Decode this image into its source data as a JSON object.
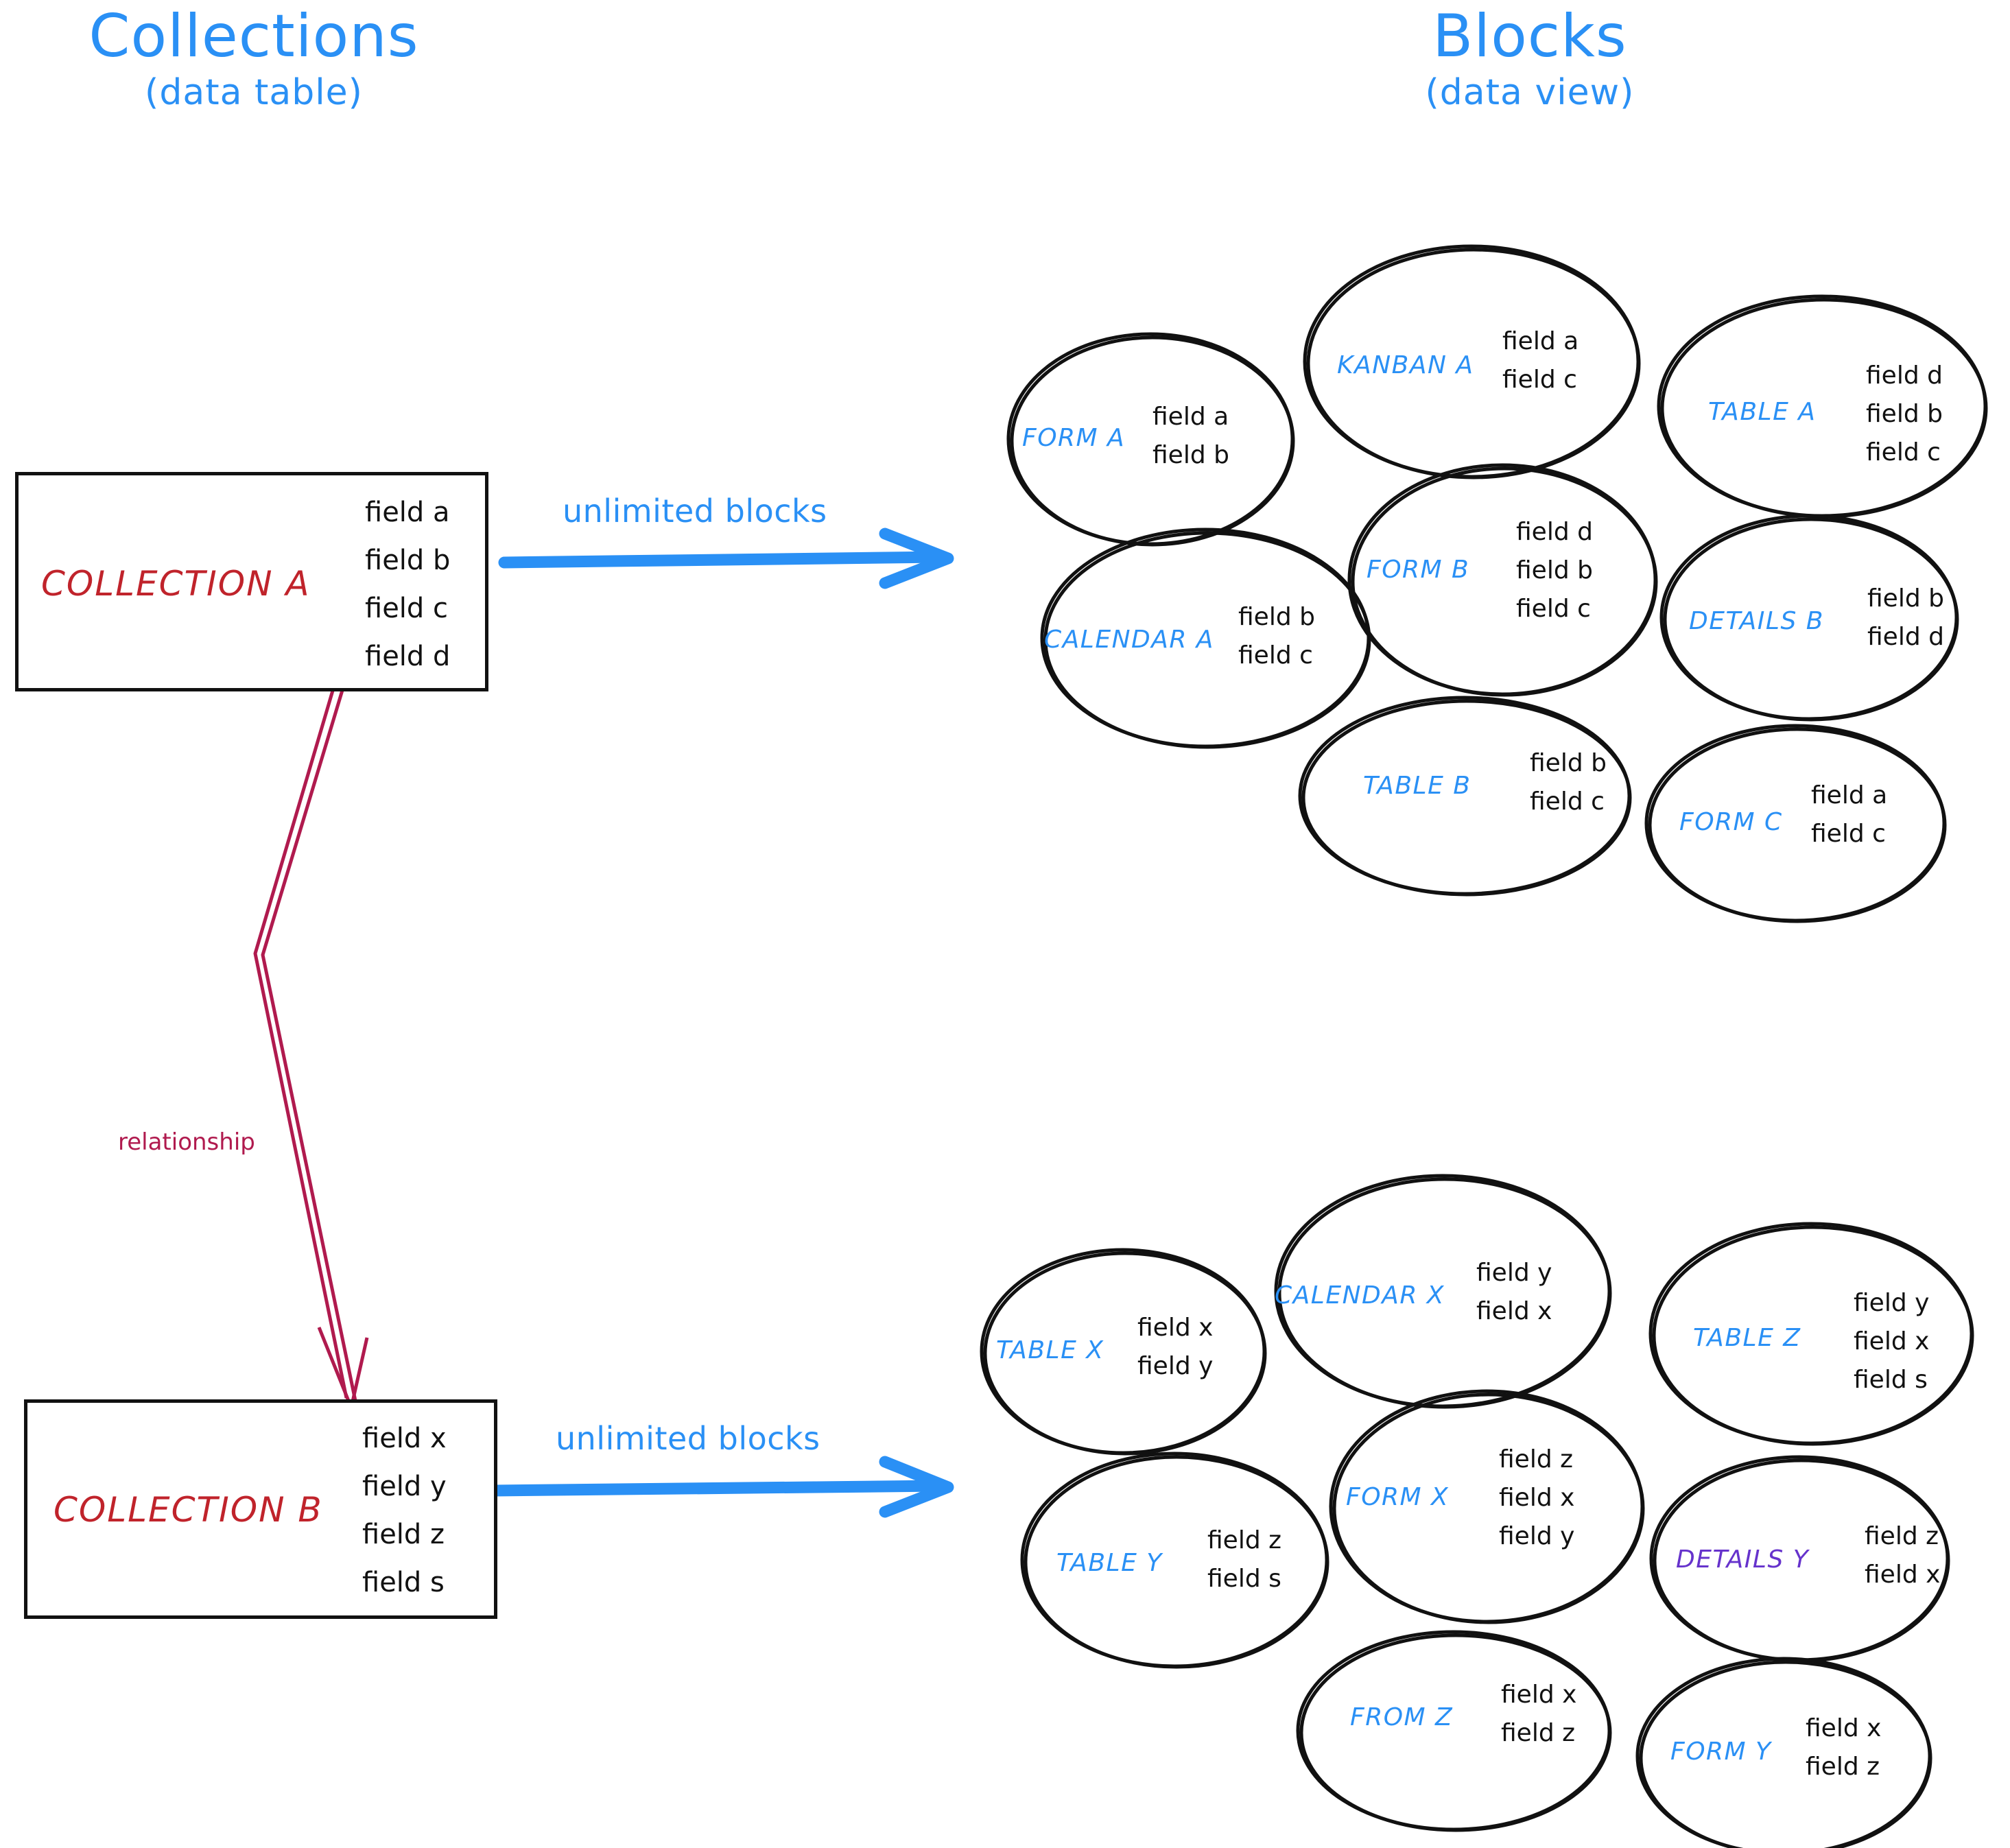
{
  "headers": {
    "left": {
      "title": "Collections",
      "subtitle": "(data table)"
    },
    "right": {
      "title": "Blocks",
      "subtitle": "(data view)"
    }
  },
  "colors": {
    "accent_blue": "#2a90f5",
    "collection_red": "#c0232b",
    "relationship_red": "#b01a4e",
    "details_purple": "#6633cc",
    "outline_black": "#111111"
  },
  "collections": [
    {
      "name": "COLLECTION A",
      "fields": [
        "field a",
        "field b",
        "field c",
        "field d"
      ],
      "arrow_label": "unlimited blocks"
    },
    {
      "name": "COLLECTION B",
      "fields": [
        "field x",
        "field y",
        "field z",
        "field s"
      ],
      "arrow_label": "unlimited blocks"
    }
  ],
  "relationship": {
    "label": "relationship"
  },
  "block_groups": [
    {
      "source": "COLLECTION A",
      "blocks": [
        {
          "label": "FORM A",
          "color": "#2a90f5",
          "fields": [
            "field a",
            "field b"
          ]
        },
        {
          "label": "KANBAN A",
          "color": "#2a90f5",
          "fields": [
            "field a",
            "field c"
          ]
        },
        {
          "label": "TABLE A",
          "color": "#2a90f5",
          "fields": [
            "field d",
            "field b",
            "field c"
          ]
        },
        {
          "label": "CALENDAR A",
          "color": "#2a90f5",
          "fields": [
            "field b",
            "field c"
          ]
        },
        {
          "label": "FORM B",
          "color": "#2a90f5",
          "fields": [
            "field d",
            "field b",
            "field c"
          ]
        },
        {
          "label": "DETAILS B",
          "color": "#2a90f5",
          "fields": [
            "field b",
            "field d"
          ]
        },
        {
          "label": "TABLE B",
          "color": "#2a90f5",
          "fields": [
            "field b",
            "field c"
          ]
        },
        {
          "label": "FORM C",
          "color": "#2a90f5",
          "fields": [
            "field a",
            "field c"
          ]
        }
      ]
    },
    {
      "source": "COLLECTION B",
      "blocks": [
        {
          "label": "TABLE X",
          "color": "#2a90f5",
          "fields": [
            "field x",
            "field y"
          ]
        },
        {
          "label": "CALENDAR X",
          "color": "#2a90f5",
          "fields": [
            "field y",
            "field x"
          ]
        },
        {
          "label": "TABLE Z",
          "color": "#2a90f5",
          "fields": [
            "field y",
            "field x",
            "field s"
          ]
        },
        {
          "label": "TABLE Y",
          "color": "#2a90f5",
          "fields": [
            "field z",
            "field s"
          ]
        },
        {
          "label": "FORM X",
          "color": "#2a90f5",
          "fields": [
            "field z",
            "field x",
            "field y"
          ]
        },
        {
          "label": "DETAILS Y",
          "color": "#6633cc",
          "fields": [
            "field z",
            "field x"
          ]
        },
        {
          "label": "FROM Z",
          "color": "#2a90f5",
          "fields": [
            "field x",
            "field z"
          ]
        },
        {
          "label": "FORM Y",
          "color": "#2a90f5",
          "fields": [
            "field x",
            "field z"
          ]
        }
      ]
    }
  ]
}
